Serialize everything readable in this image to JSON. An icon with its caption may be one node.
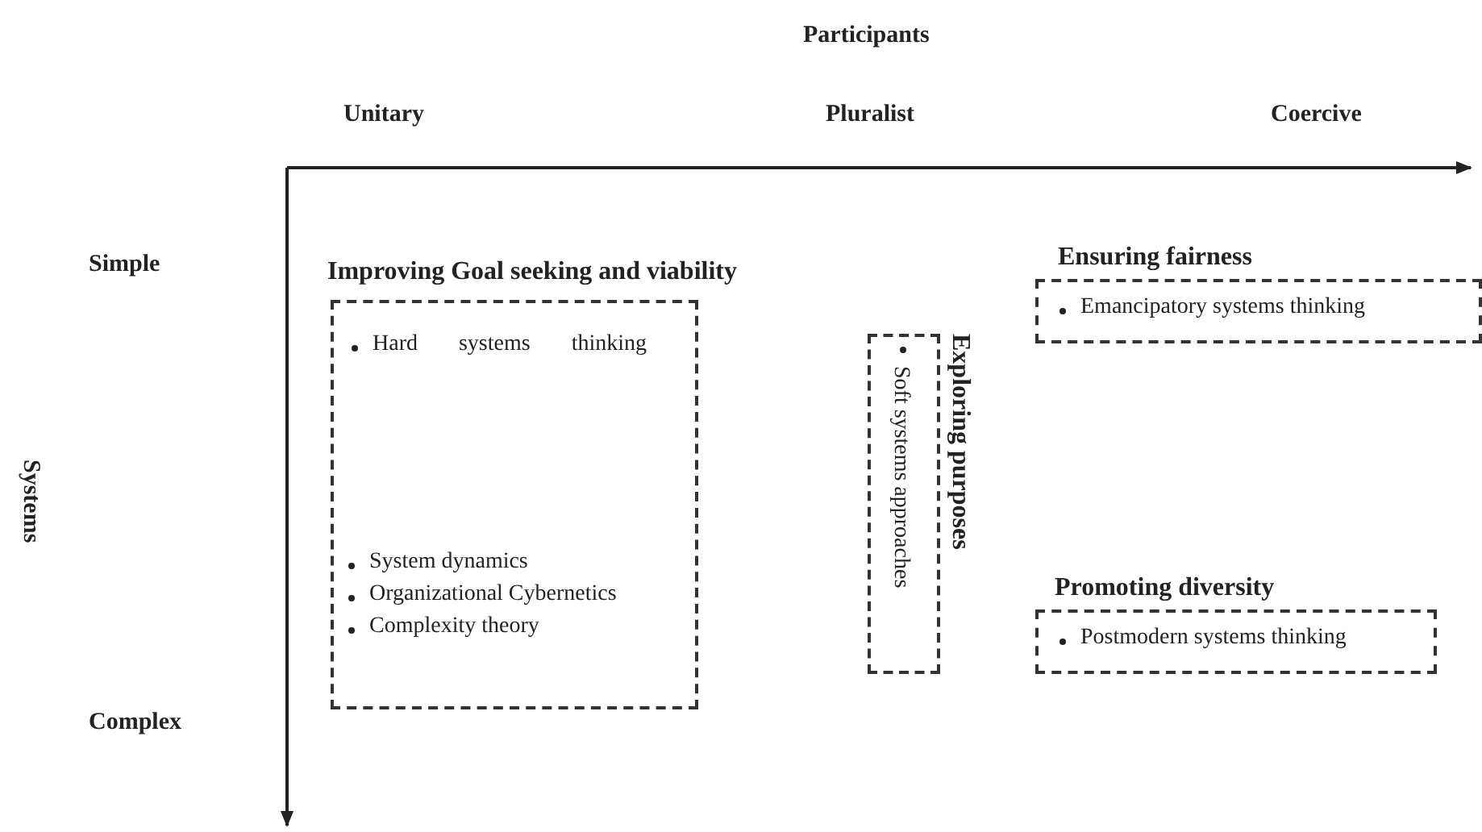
{
  "diagram": {
    "nodes": [
      {
        "text": [
          "Improving Goal seeking and viability",
          "Hard systems thinking",
          "System dynamics",
          "Organizational Cybernetics",
          "Complexity theory"
        ]
      },
      {
        "text": [
          "Exploring purposes",
          "Soft systems approaches"
        ]
      },
      {
        "text": [
          "Ensuring fairness",
          "Emancipatory systems thinking"
        ]
      },
      {
        "text": [
          "Promoting diversity",
          "Postmodern systems thinking"
        ]
      }
    ],
    "labels": [
      "Participants",
      "Unitary",
      "Pluralist",
      "Coercive",
      "Simple",
      "Systems",
      "Complex"
    ]
  }
}
